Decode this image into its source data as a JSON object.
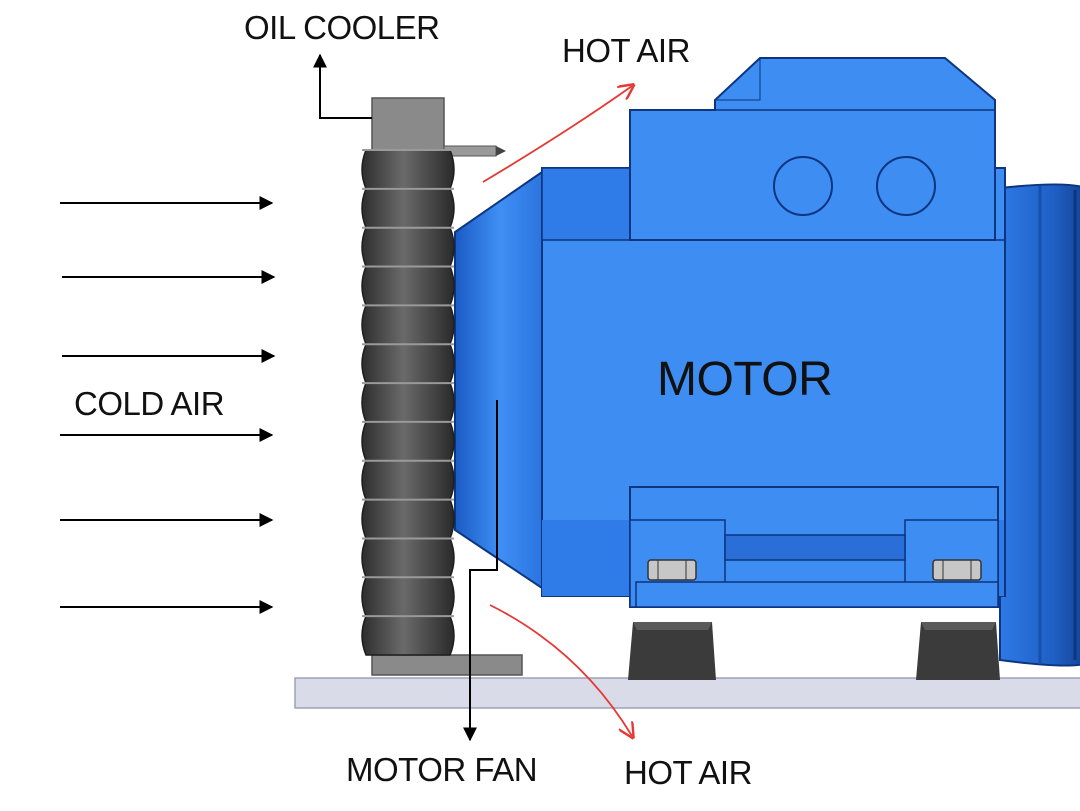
{
  "labels": {
    "oil_cooler": "OIL COOLER",
    "hot_air_top": "HOT AIR",
    "hot_air_bottom": "HOT AIR",
    "cold_air": "COLD AIR",
    "motor": "MOTOR",
    "motor_fan": "MOTOR FAN"
  },
  "colors": {
    "motor_blue": "#3d8df2",
    "motor_dark_blue": "#1f63c9",
    "cooler_gray": "#4f4f4f",
    "hot_air_arrow": "#e53935",
    "base_plate": "#d9dbe8"
  }
}
